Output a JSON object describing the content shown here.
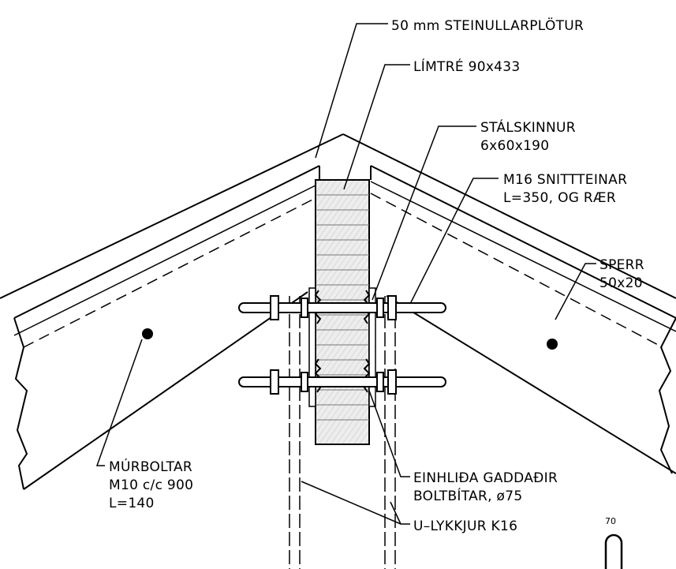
{
  "labels": {
    "insulation": "50 mm STEINULLARPLÖTUR",
    "glulam": "LÍMTRÉ 90x433",
    "steel_plate_1": "STÁLSKINNUR",
    "steel_plate_2": "6x60x190",
    "threaded_rods_1": "M16 SNITTTEINAR",
    "threaded_rods_2": "L=350, OG RÆR",
    "rafter_1": "SPERR",
    "rafter_2": "50x20",
    "masonry_bolts_1": "MÚRBOLTAR",
    "masonry_bolts_2": "M10 c/c 900",
    "masonry_bolts_3": "L=140",
    "connectors_1": "EINHLIÐA GADDAÐIR",
    "connectors_2": "BOLTBÍTAR, ø75",
    "u_loops": "U–LYKKJUR K16",
    "dim_70": "70"
  },
  "colors": {
    "ink": "#000000",
    "paper": "#ffffff",
    "wood_fill": "#ececec"
  }
}
